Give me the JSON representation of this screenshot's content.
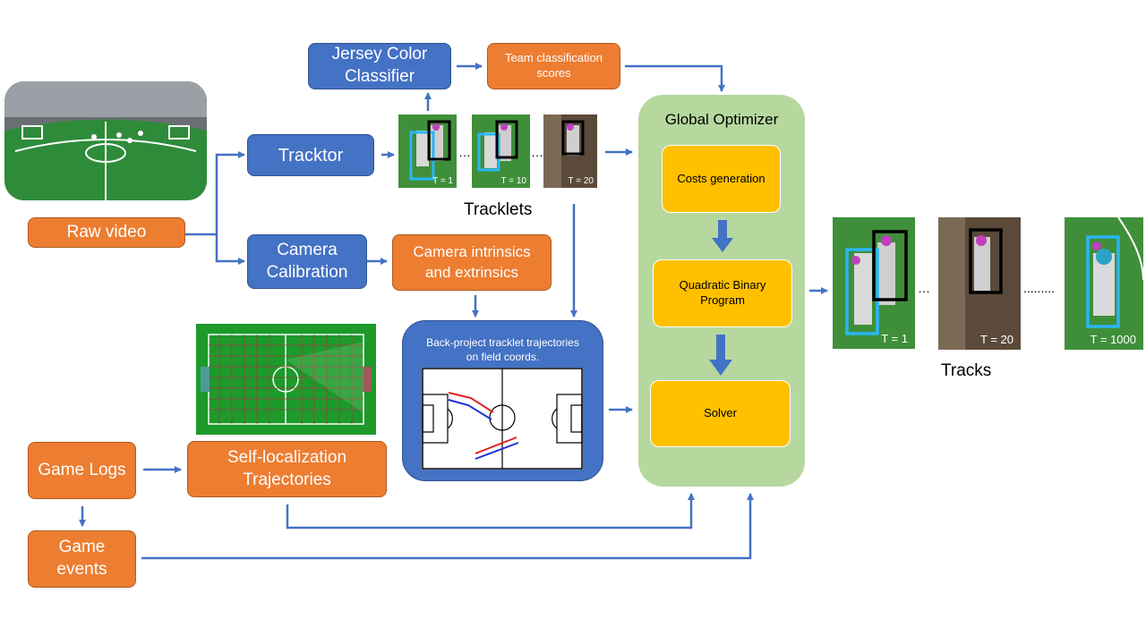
{
  "nodes": {
    "raw_video": "Raw video",
    "tracktor": "Tracktor",
    "jersey_color_classifier": "Jersey Color Classifier",
    "team_classification_scores": "Team classification scores",
    "camera_calibration": "Camera Calibration",
    "camera_intrinsics_extrinsics": "Camera intrinsics and extrinsics",
    "back_project": "Back-project tracklet trajectories on field coords.",
    "game_logs": "Game Logs",
    "game_events": "Game events",
    "self_localization": "Self-localization Trajectories",
    "global_optimizer": "Global Optimizer",
    "costs_generation": "Costs generation",
    "quadratic_binary_program": "Quadratic Binary Program",
    "solver": "Solver"
  },
  "labels": {
    "tracklets": "Tracklets",
    "tracks": "Tracks"
  },
  "tracklet_frames": [
    "T = 1",
    "T = 10",
    "T = 20"
  ],
  "track_frames": [
    "T = 1",
    "T = 20",
    "T = 1000"
  ],
  "ellipses": {
    "short": "…",
    "long": "........."
  },
  "colors": {
    "arrow": "#4472c4",
    "blue_box": "#4472c4",
    "orange_box": "#ed7d31",
    "yellow_box": "#ffc000",
    "optimizer_panel": "#a9d18e",
    "field_green": "#2e8b3a"
  }
}
